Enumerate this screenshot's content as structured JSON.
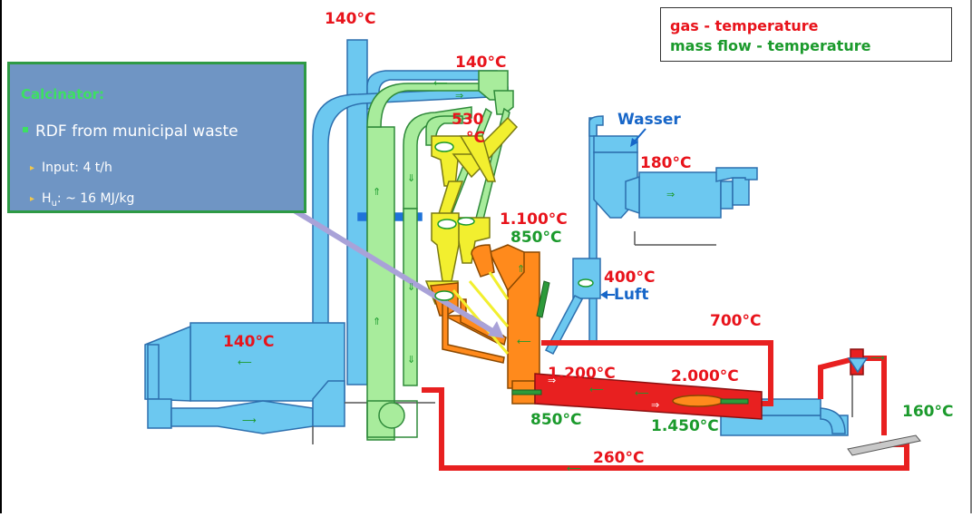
{
  "legend": {
    "gas_label": "gas - temperature",
    "mass_label": "mass flow - temperature"
  },
  "calcinator": {
    "title": "Calcinator:",
    "bullet": "RDF from municipal waste",
    "input": "Input: 4 t/h",
    "hu_prefix": "H",
    "hu_sub": "u",
    "hu_value": ": ~ 16 MJ/kg"
  },
  "labels": {
    "t_top": "140°C",
    "t_cyclone_top": "140°C",
    "t_530a": "530",
    "t_530b": "°C",
    "wasser": "Wasser",
    "t_180": "180°C",
    "t_1100": "1.100°C",
    "t_850_top": "850°C",
    "t_400": "400°C",
    "luft": "Luft",
    "t_700": "700°C",
    "t_filter": "140°C",
    "t_1200": "1.200°C",
    "t_2000": "2.000°C",
    "t_850_bottom": "850°C",
    "t_1450": "1.450°C",
    "t_160": "160°C",
    "t_260": "260°C"
  },
  "colors": {
    "gas_red": "#e8131b",
    "mass_green": "#1b9a2c",
    "duct_blue": "#6cc8f0",
    "duct_green": "#a8ec9c",
    "yellow": "#f2ef2f",
    "orange": "#ff8a1c",
    "kiln_red": "#e82020",
    "label_blue": "#1766c8",
    "box_blue": "#6f95c4"
  },
  "icons": {
    "calc_arrow": "purple-arrow",
    "flow": "flow-arrow"
  }
}
